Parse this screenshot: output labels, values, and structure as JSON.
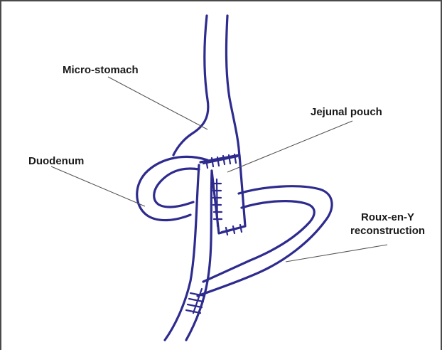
{
  "labels": {
    "micro_stomach": "Micro-stomach",
    "jejunal_pouch": "Jejunal pouch",
    "duodenum": "Duodenum",
    "roux_line1": "Roux-en-Y",
    "roux_line2": "reconstruction"
  },
  "colors": {
    "organ_outline": "#2e2b8f",
    "leader_line": "#555555",
    "frame": "#4a4a4a",
    "text": "#1a1a1a"
  }
}
